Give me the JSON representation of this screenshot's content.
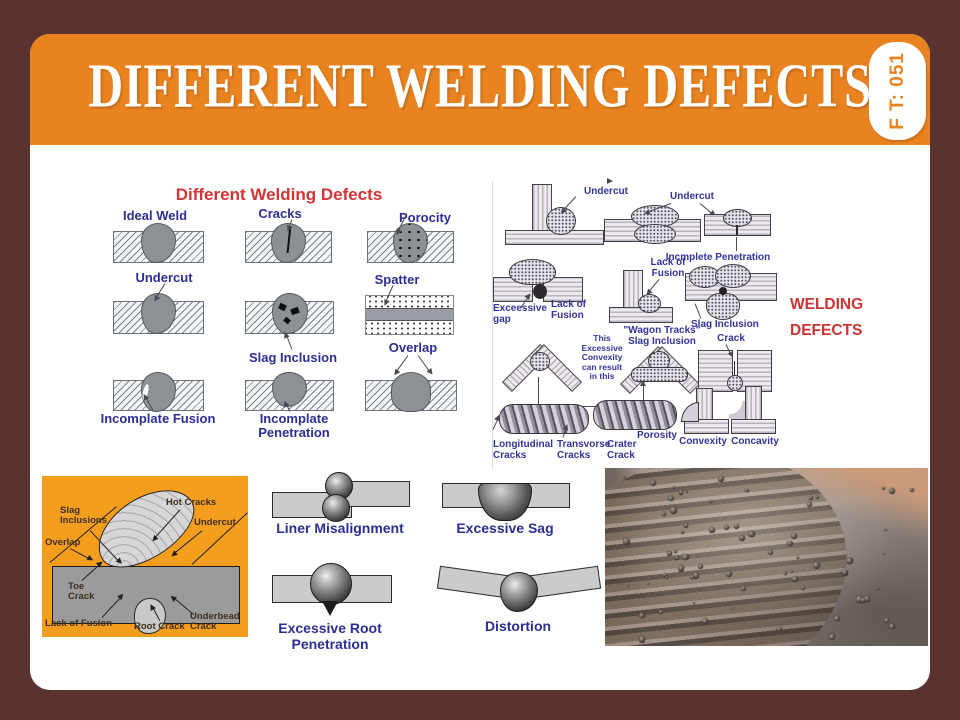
{
  "header": {
    "title": "DIFFERENT WELDING DEFECTS",
    "badge": "F T: 051"
  },
  "left_panel": {
    "title": "Different Welding Defects",
    "labels": {
      "ideal_weld": "Ideal Weld",
      "cracks": "Cracks",
      "porocity": "Porocity",
      "undercut": "Undercut",
      "slag_inclusion": "Slag Inclusion",
      "spatter": "Spatter",
      "incomplate_fusion": "Incomplate Fusion",
      "incomplate_penetration": "Incomplate\nPenetration",
      "overlap": "Overlap"
    }
  },
  "right_panel": {
    "side_caption": "WELDING\nDEFECTS",
    "labels": {
      "undercut_fillet": "Undercut",
      "undercut_butt": "Undercut",
      "incmplete_penetration": "Incmplete Penetration",
      "lack_of_fusion_top": "Lack of\nFusion",
      "exceessive_gap": "Exceessive\ngap",
      "lack_of_fusion_left": "Lack of\nFusion",
      "slag_inclusion": "Slag Inclusion",
      "convexity_note": "This\nExcessive\nConvexity\ncan result\nin this",
      "wagon_tracks": "\"Wagon Tracks\"\nSlag Inclusion",
      "crack": "Crack",
      "longitudinal_cracks": "Longitudinal\nCracks",
      "transvorse_cracks": "Transvorse\nCracks",
      "crater_crack": "Crater\nCrack",
      "porosity": "Porosity",
      "convexity": "Convexity",
      "concavity": "Concavity"
    }
  },
  "anatomy_panel": {
    "labels": {
      "slag_inclusions": "Slag\nInclusions",
      "hot_cracks": "Hot Cracks",
      "undercut": "Undercut",
      "overlap": "Overlap",
      "toe_crack": "Toe\nCrack",
      "lack_of_fusion": "Lack of Fusion",
      "root_crack": "Root Crack",
      "underbead_crack": "Underbead\nCrack"
    }
  },
  "shape_panel": {
    "labels": {
      "liner_misalignment": "Liner Misalignment",
      "excessive_sag": "Excessive Sag",
      "excessive_root_penetration": "Excessive Root\nPenetration",
      "distortion": "Distortion"
    }
  },
  "colors": {
    "border_brown": "#5A3331",
    "banner_orange": "#E8831F",
    "anatomy_orange": "#F59D1D",
    "title_red": "#D23535",
    "label_navy": "#2D2D96"
  }
}
